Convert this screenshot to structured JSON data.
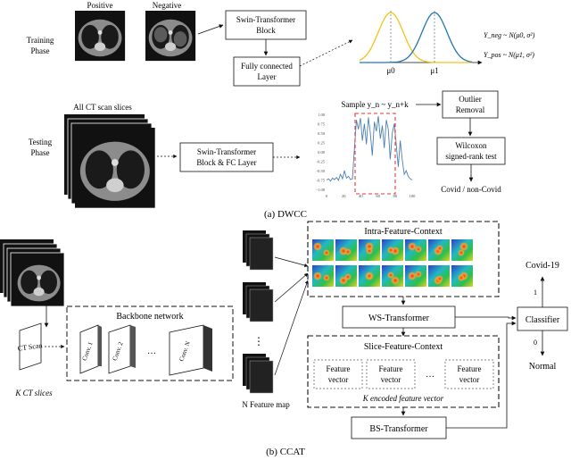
{
  "part_a": {
    "positive_label": "Positive",
    "negative_label": "Negative",
    "training_phase": [
      "Training",
      "Phase"
    ],
    "testing_phase": [
      "Testing",
      "Phase"
    ],
    "swin_block": [
      "Swin-Transformer",
      "Block"
    ],
    "fc_layer": [
      "Fully connected",
      "Layer"
    ],
    "mu0": "μ0",
    "mu1": "μ1",
    "y_neg": "Y_neg ~ N(μ0, σ²)",
    "y_pos": "Y_pos ~ N(μ1, σ²)",
    "all_ct": "All CT scan slices",
    "swin_fc": [
      "Swin-Transformer",
      "Block & FC Layer"
    ],
    "sample": "Sample y_n ~ y_n+k",
    "outlier": [
      "Outlier",
      "Removal"
    ],
    "wilcoxon": [
      "Wilcoxon",
      "signed-rank test"
    ],
    "covid_result": "Covid / non-Covid",
    "caption": "(a) DWCC"
  },
  "signal_plot": {
    "y_ticks": [
      "1.00",
      "0.75",
      "0.50",
      "0.25",
      "0.00",
      "-0.25",
      "-0.50",
      "-0.75",
      "-1.00"
    ],
    "x_ticks": [
      "0",
      "20",
      "40",
      "60",
      "80",
      "100"
    ],
    "y_values": [
      -0.75,
      -0.72,
      -0.78,
      -0.7,
      -0.74,
      -0.68,
      -0.76,
      -0.6,
      -0.72,
      -0.5,
      -0.7,
      -0.65,
      -0.74,
      -0.72,
      0.1,
      0.85,
      0.6,
      0.9,
      0.3,
      0.75,
      0.2,
      0.92,
      0.5,
      -0.1,
      0.8,
      0.55,
      0.95,
      0.35,
      0.7,
      0.1,
      0.85,
      0.6,
      -0.2,
      0.5,
      0.75,
      0.2,
      -0.4,
      0.3,
      -0.2,
      -0.6,
      -0.5,
      -0.65,
      -0.72,
      -0.75
    ]
  },
  "part_b": {
    "ct_scan": [
      "CT Scan"
    ],
    "k_slices": "K CT slices",
    "backbone": "Backbone network",
    "conv1": "Conv. 1",
    "conv2": "Conv. 2",
    "convn": "Conv. N",
    "ellipsis": "…",
    "vdots": "⋮",
    "n_feature": "N Feature map",
    "intra": "Intra-Feature-Context",
    "ws": "WS-Transformer",
    "slice_ctx": "Slice-Feature-Context",
    "feature_vector": [
      "Feature",
      "vector"
    ],
    "k_encoded": "K encoded feature vector",
    "bs": "BS-Transformer",
    "classifier": "Classifier",
    "covid19": "Covid-19",
    "one": "1",
    "zero": "0",
    "normal": "Normal",
    "caption": "(b) CCAT"
  },
  "colors": {
    "gauss_left": "#f0c419",
    "gauss_right": "#1f77b4",
    "signal_line": "#4a7fb5",
    "sample_box": "#e53935",
    "ct_dark": "#111111",
    "ct_tissue": "#9a9a9a"
  }
}
